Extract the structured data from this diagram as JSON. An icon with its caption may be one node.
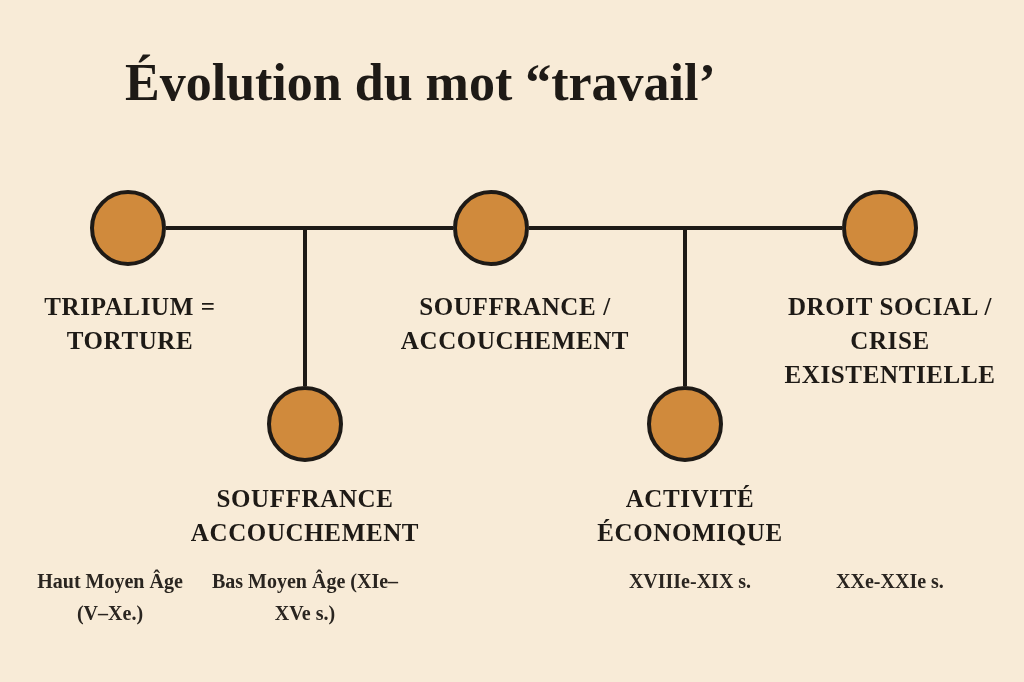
{
  "diagram": {
    "title": "Évolution du mot “travail’",
    "nodes": [
      {
        "text": [],
        "shape": "circle",
        "beside": [
          "TRIPALIUM = TORTURE"
        ]
      },
      {
        "text": [],
        "shape": "circle",
        "beside": [
          "SOUFFRANCE ACCOUCHEMENT"
        ]
      },
      {
        "text": [],
        "shape": "circle",
        "beside": [
          "SOUFFRANCE / ACCOUCHEMENT"
        ]
      },
      {
        "text": [],
        "shape": "circle",
        "beside": [
          "ACTIVITÉ ÉCONOMIQUE"
        ]
      },
      {
        "text": [],
        "shape": "circle",
        "beside": [
          "DROIT SOCIAL / CRISE EXISTENTIELLE"
        ]
      }
    ],
    "edges": [
      {
        "from": 0,
        "to": 2,
        "arrow": "none"
      },
      {
        "from": 2,
        "to": 4,
        "arrow": "none"
      },
      {
        "from": 0,
        "to": 1,
        "arrow": "none"
      },
      {
        "from": 2,
        "to": 3,
        "arrow": "none"
      }
    ],
    "labels": [
      "Haut Moyen Âge (V–Xe.)",
      "Bas Moyen Âge (XIe–XVe s.)",
      "XVIIIe-XIX s.",
      "XXe-XXIe s."
    ]
  }
}
